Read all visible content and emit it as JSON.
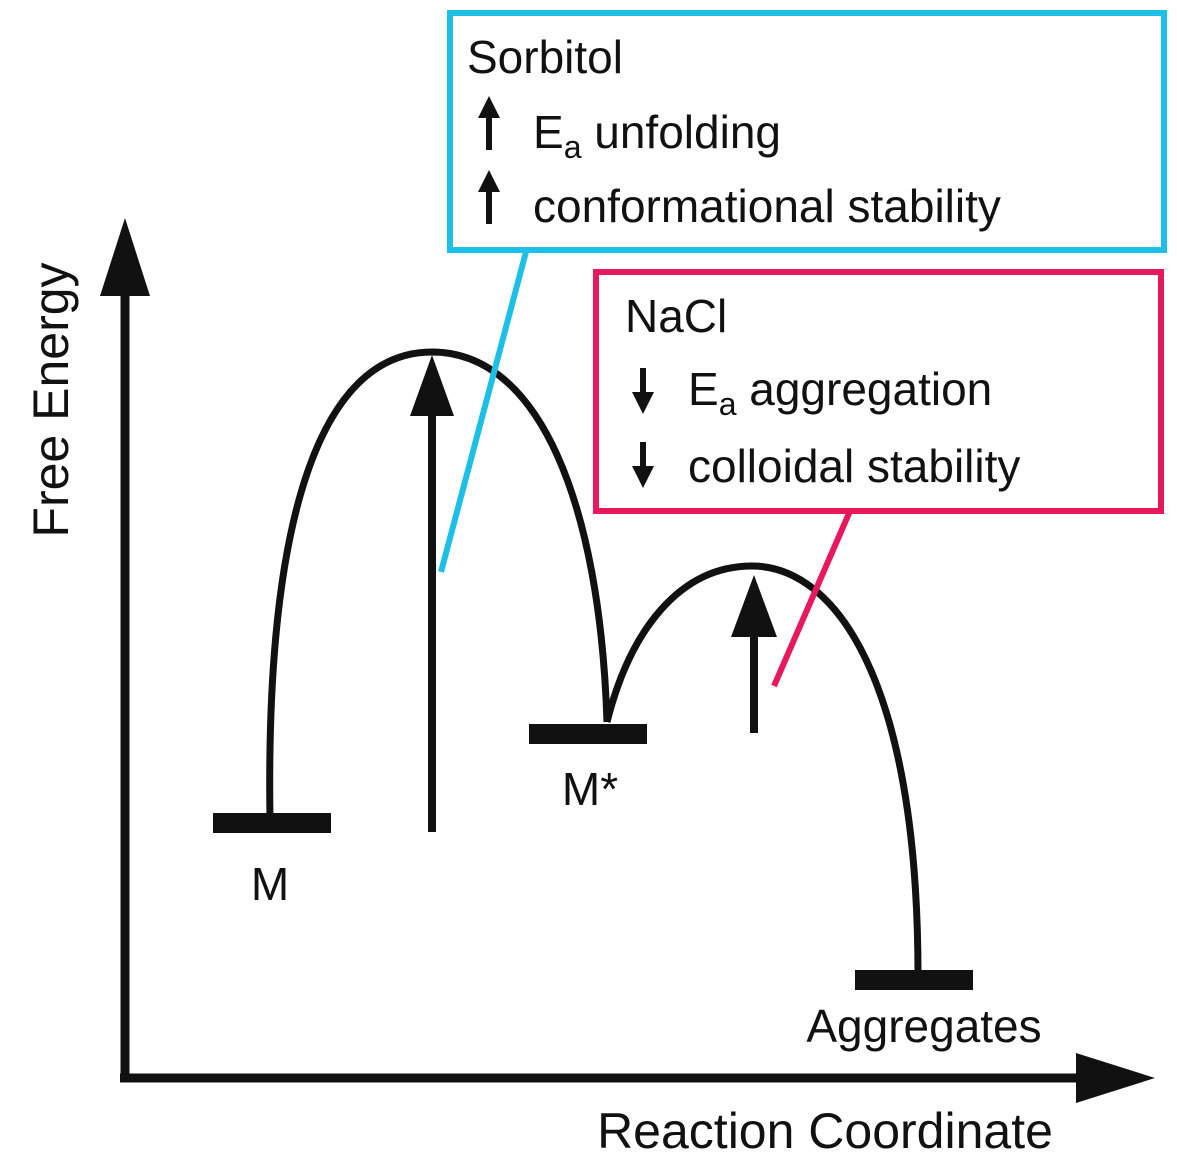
{
  "axes": {
    "y_label": "Free Energy",
    "x_label": "Reaction Coordinate"
  },
  "states": {
    "m": "M",
    "m_star": "M*",
    "aggregates": "Aggregates"
  },
  "sorbitol_box": {
    "title": "Sorbitol",
    "line1_main": "E",
    "line1_sub": "a",
    "line1_rest": " unfolding",
    "line2": "conformational stability",
    "line1_direction": "up",
    "line2_direction": "up",
    "border_color": "#1cc0e6"
  },
  "nacl_box": {
    "title": "NaCl",
    "line1_main": "E",
    "line1_sub": "a",
    "line1_rest": " aggregation",
    "line2": "colloidal stability",
    "line1_direction": "down",
    "line2_direction": "down",
    "border_color": "#e8195a"
  },
  "colors": {
    "curve": "#111111",
    "sorbitol": "#1cc0e6",
    "nacl": "#e8195a"
  }
}
